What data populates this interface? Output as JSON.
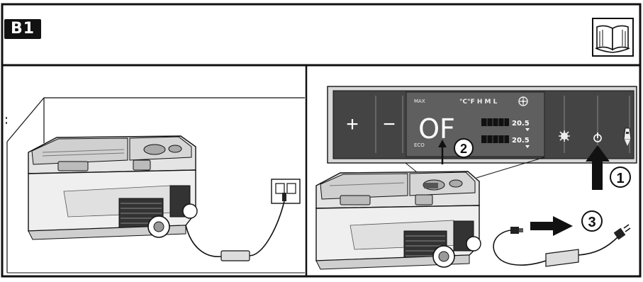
{
  "header": {
    "section_label": "B1",
    "manual_icon": "open-book-icon"
  },
  "control_panel": {
    "plus_label": "+",
    "minus_label": "−",
    "max_label": "MAX",
    "eco_label": "ECO",
    "indicator_row": "°C°F H M L",
    "fan_icon": "fan-icon",
    "display_text": "OF",
    "zone1_temp": "20.5",
    "zone2_temp": "20.5",
    "settings_icon": "settings-icon",
    "power_icon": "power-icon",
    "usb_icon": "usb-icon"
  },
  "steps": {
    "step1": "1",
    "step2": "2",
    "step3": "3"
  },
  "colors": {
    "panel_bg": "#4a4a4a",
    "lcd_bg": "#5c5c5c",
    "line": "#111111"
  }
}
